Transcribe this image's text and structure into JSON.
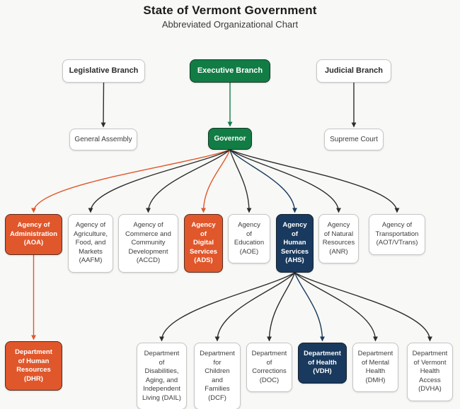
{
  "header": {
    "title": "State of Vermont Government",
    "subtitle": "Abbreviated Organizational Chart"
  },
  "colors": {
    "green": "#117d45",
    "orange": "#e0572b",
    "navy": "#193a5e",
    "black": "#2d2d2d",
    "white_box_border": "#c6c6c6",
    "background": "#f8f8f6"
  },
  "nodes": {
    "legislative": {
      "label": "Legislative Branch",
      "fill": "white"
    },
    "executive": {
      "label": "Executive Branch",
      "fill": "green"
    },
    "judicial": {
      "label": "Judicial Branch",
      "fill": "white"
    },
    "general_assembly": {
      "label": "General Assembly",
      "fill": "white"
    },
    "governor": {
      "label": "Governor",
      "fill": "green"
    },
    "supreme_court": {
      "label": "Supreme Court",
      "fill": "white"
    },
    "aoa": {
      "label": "Agency of\nAdministration\n(AOA)",
      "fill": "orange"
    },
    "aafm": {
      "label": "Agency of\nAgriculture,\nFood, and\nMarkets\n(AAFM)",
      "fill": "white"
    },
    "accd": {
      "label": "Agency of\nCommerce and\nCommunity\nDevelopment\n(ACCD)",
      "fill": "white"
    },
    "ads": {
      "label": "Agency\nof\nDigital\nServices\n(ADS)",
      "fill": "orange"
    },
    "aoe": {
      "label": "Agency\nof\nEducation\n(AOE)",
      "fill": "white"
    },
    "ahs": {
      "label": "Agency\nof\nHuman\nServices\n(AHS)",
      "fill": "navy"
    },
    "anr": {
      "label": "Agency\nof Natural\nResources\n(ANR)",
      "fill": "white"
    },
    "aot": {
      "label": "Agency of\nTransportation\n(AOT/VTrans)",
      "fill": "white"
    },
    "dhr": {
      "label": "Department\nof Human\nResources\n(DHR)",
      "fill": "orange"
    },
    "dail": {
      "label": "Department\nof\nDisabilities,\nAging, and\nIndependent\nLiving (DAIL)",
      "fill": "white"
    },
    "dcf": {
      "label": "Department\nfor\nChildren\nand\nFamilies\n(DCF)",
      "fill": "white"
    },
    "doc": {
      "label": "Department\nof\nCorrections\n(DOC)",
      "fill": "white"
    },
    "vdh": {
      "label": "Department\nof Health\n(VDH)",
      "fill": "navy"
    },
    "dmh": {
      "label": "Department\nof Mental\nHealth\n(DMH)",
      "fill": "white"
    },
    "dvha": {
      "label": "Department\nof Vermont\nHealth\nAccess\n(DVHA)",
      "fill": "white"
    }
  },
  "edges": [
    {
      "from": "legislative",
      "to": "general_assembly",
      "color": "black"
    },
    {
      "from": "executive",
      "to": "governor",
      "color": "green"
    },
    {
      "from": "judicial",
      "to": "supreme_court",
      "color": "black"
    },
    {
      "from": "governor",
      "to": "aoa",
      "color": "orange"
    },
    {
      "from": "governor",
      "to": "aafm",
      "color": "black"
    },
    {
      "from": "governor",
      "to": "accd",
      "color": "black"
    },
    {
      "from": "governor",
      "to": "ads",
      "color": "orange"
    },
    {
      "from": "governor",
      "to": "aoe",
      "color": "black"
    },
    {
      "from": "governor",
      "to": "ahs",
      "color": "navy"
    },
    {
      "from": "governor",
      "to": "anr",
      "color": "black"
    },
    {
      "from": "governor",
      "to": "aot",
      "color": "black"
    },
    {
      "from": "aoa",
      "to": "dhr",
      "color": "orange"
    },
    {
      "from": "ahs",
      "to": "dail",
      "color": "black"
    },
    {
      "from": "ahs",
      "to": "dcf",
      "color": "black"
    },
    {
      "from": "ahs",
      "to": "doc",
      "color": "black"
    },
    {
      "from": "ahs",
      "to": "vdh",
      "color": "navy"
    },
    {
      "from": "ahs",
      "to": "dmh",
      "color": "black"
    },
    {
      "from": "ahs",
      "to": "dvha",
      "color": "black"
    }
  ]
}
